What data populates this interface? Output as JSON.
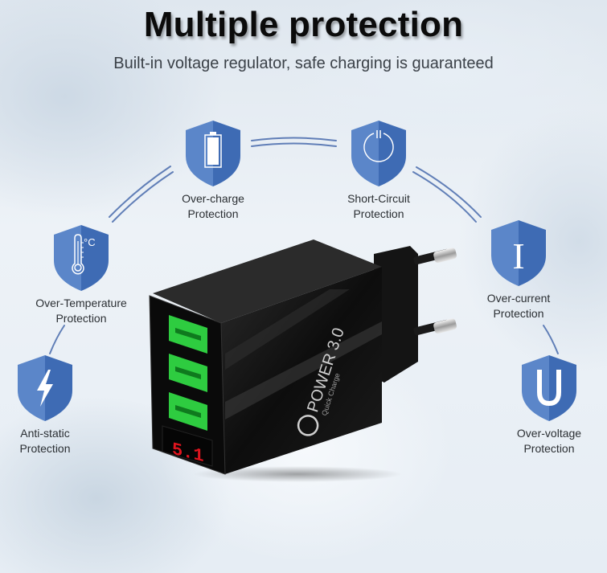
{
  "header": {
    "title": "Multiple protection",
    "subtitle": "Built-in voltage regulator, safe charging is guaranteed"
  },
  "colors": {
    "shield_light": "#5b86c9",
    "shield_dark": "#3e6bb4",
    "title": "#0b0b0b",
    "usb_green": "#2ecc40",
    "display_red": "#e0141e",
    "charger_body": "#121212"
  },
  "features": [
    {
      "icon": "battery-icon",
      "line1": "Over-charge",
      "line2": "Protection"
    },
    {
      "icon": "power-icon",
      "line1": "Short-Circuit",
      "line2": "Protection"
    },
    {
      "icon": "thermometer-icon",
      "line1": "Over-Temperature",
      "line2": "Protection"
    },
    {
      "icon": "current-i-icon",
      "line1": "Over-current",
      "line2": "Protection"
    },
    {
      "icon": "lightning-icon",
      "line1": "Anti-static",
      "line2": "Protection"
    },
    {
      "icon": "voltage-u-icon",
      "line1": "Over-voltage",
      "line2": "Protection"
    }
  ],
  "product": {
    "brand_line1": "POWER 3.0",
    "brand_line2": "Quick Charge",
    "usb_ports": 3,
    "display_value": "5.1",
    "temp_unit": "°C",
    "current_symbol": "I",
    "voltage_symbol": "U"
  }
}
